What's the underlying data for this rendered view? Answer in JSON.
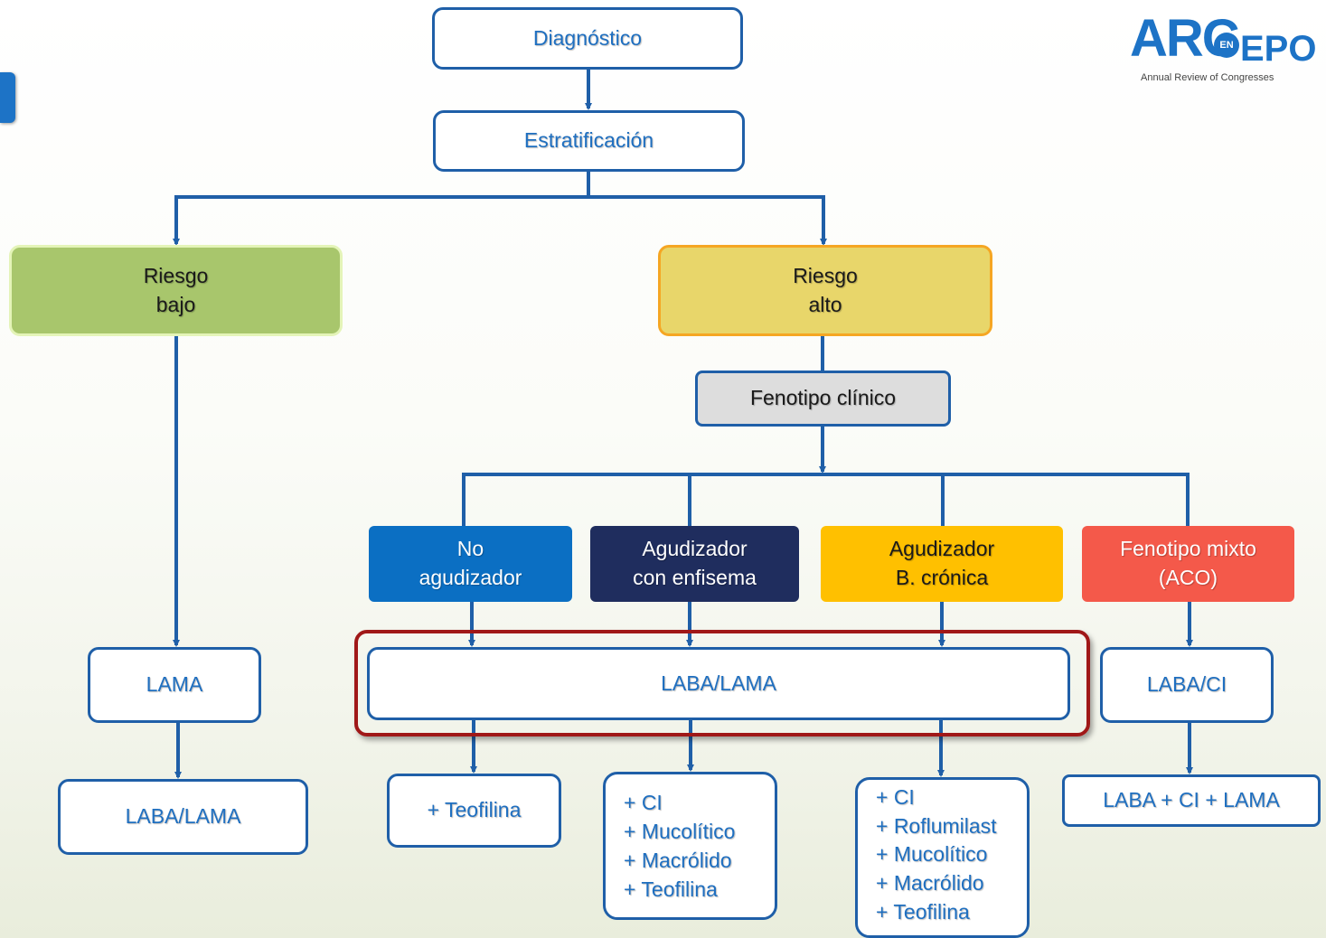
{
  "logo": {
    "main": "ARC",
    "en": "EN",
    "epo": "EPO",
    "subtitle": "Annual Review of Congresses"
  },
  "nodes": {
    "diagnostico": "Diagnóstico",
    "estratificacion": "Estratificación",
    "riesgo_bajo": "Riesgo\nbajo",
    "riesgo_alto": "Riesgo\nalto",
    "fenotipo_clinico": "Fenotipo clínico",
    "no_agudizador": "No\nagudizador",
    "agudizador_enfisema": "Agudizador\ncon enfisema",
    "agudizador_bronquitis": "Agudizador\nB. crónica",
    "fenotipo_mixto": "Fenotipo mixto\n(ACO)",
    "lama": "LAMA",
    "laba_lama_center": "LABA/LAMA",
    "laba_ci": "LABA/CI",
    "laba_lama_left": "LABA/LAMA",
    "teofilina": "+ Teofilina",
    "enfisema_addons": "+ CI\n+ Mucolítico\n+ Macrólido\n+ Teofilina",
    "bronquitis_addons": "+ CI\n+ Roflumilast\n+ Mucolítico\n+ Macrólido\n+ Teofilina",
    "laba_ci_lama": "LABA + CI + LAMA"
  },
  "colors": {
    "accent_blue": "#1f5fa8",
    "text_blue": "#1f6fc0",
    "riesgo_bajo": "#a8c66c",
    "riesgo_alto": "#e8d66a",
    "fenotipo_clinico": "#dddddd",
    "no_agudizador": "#0b6fc3",
    "agudizador_enfisema": "#1f2d5e",
    "agudizador_bronquitis": "#ffc000",
    "fenotipo_mixto": "#f4594a",
    "highlight": "#a01818"
  }
}
